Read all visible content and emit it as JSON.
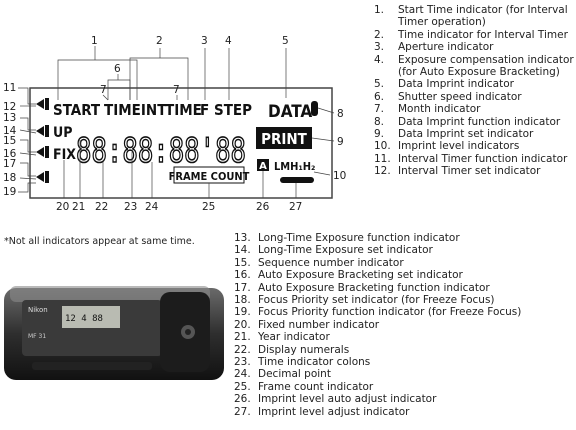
{
  "lcd": {
    "start": "START",
    "time_int": "TIMEINT",
    "time": "TIME",
    "f": "F",
    "step": "STEP",
    "data": "DATA",
    "up": "UP",
    "fix": "FIX",
    "digits": "88:88:88'88",
    "print": "PRINT",
    "frame_count": "FRAME COUNT",
    "auto": "A",
    "level": "LMH₁H₂"
  },
  "callouts": [
    "1",
    "2",
    "3",
    "4",
    "5",
    "6",
    "7",
    "7",
    "8",
    "9",
    "10",
    "11",
    "12",
    "13",
    "14",
    "15",
    "16",
    "17",
    "18",
    "19",
    "20",
    "21",
    "22",
    "23",
    "24",
    "25",
    "26",
    "27"
  ],
  "note": "*Not all indicators appear at same time.",
  "legend": [
    {
      "n": "1.",
      "text": "Start Time indicator (for Interval Timer operation)"
    },
    {
      "n": "2.",
      "text": "Time indicator for Interval Timer"
    },
    {
      "n": "3.",
      "text": "Aperture indicator"
    },
    {
      "n": "4.",
      "text": "Exposure compensation indicator (for Auto Exposure Bracketing)"
    },
    {
      "n": "5.",
      "text": "Data Imprint indicator"
    },
    {
      "n": "6.",
      "text": "Shutter speed indicator"
    },
    {
      "n": "7.",
      "text": "Month indicator"
    },
    {
      "n": "8.",
      "text": "Data Imprint function indicator"
    },
    {
      "n": "9.",
      "text": "Data Imprint set indicator"
    },
    {
      "n": "10.",
      "text": "Imprint level indicators"
    },
    {
      "n": "11.",
      "text": "Interval Timer function indicator"
    },
    {
      "n": "12.",
      "text": "Interval Timer set indicator"
    },
    {
      "n": "13.",
      "text": "Long-Time Exposure function indicator"
    },
    {
      "n": "14.",
      "text": "Long-Time Exposure set indicator"
    },
    {
      "n": "15.",
      "text": "Sequence number indicator"
    },
    {
      "n": "16.",
      "text": "Auto Exposure Bracketing set indicator"
    },
    {
      "n": "17.",
      "text": "Auto Exposure Bracketing function indicator"
    },
    {
      "n": "18.",
      "text": "Focus Priority set indicator (for Freeze Focus)"
    },
    {
      "n": "19.",
      "text": "Focus Priority function indicator (for Freeze Focus)"
    },
    {
      "n": "20.",
      "text": "Fixed number indicator"
    },
    {
      "n": "21.",
      "text": "Year indicator"
    },
    {
      "n": "22.",
      "text": "Display numerals"
    },
    {
      "n": "23.",
      "text": "Time indicator colons"
    },
    {
      "n": "24.",
      "text": "Decimal point"
    },
    {
      "n": "25.",
      "text": "Frame count indicator"
    },
    {
      "n": "26.",
      "text": "Imprint level auto adjust indicator"
    },
    {
      "n": "27.",
      "text": "Imprint level adjust indicator"
    }
  ],
  "photo": {
    "brand": "Nikon",
    "model": "MF 31",
    "lcd_digits": "12  4 88"
  }
}
